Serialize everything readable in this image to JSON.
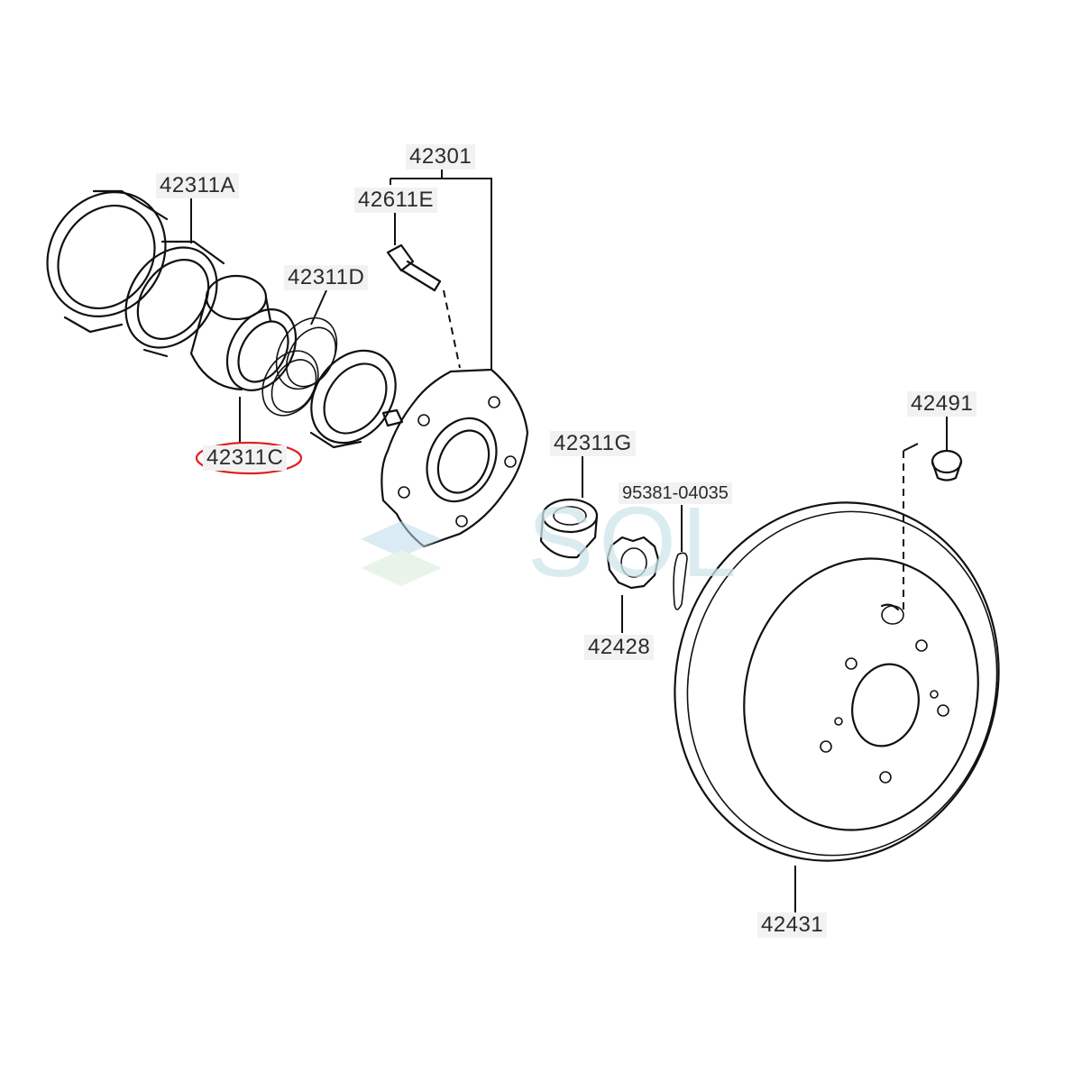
{
  "labels": {
    "p42301": "42301",
    "p42311A": "42311A",
    "p42611E": "42611E",
    "p42311D": "42311D",
    "p42311C": "42311C",
    "p42311G": "42311G",
    "p95381": "95381-04035",
    "p42428": "42428",
    "p42491": "42491",
    "p42431": "42431"
  },
  "watermark": {
    "text": "SOL"
  },
  "colors": {
    "ink": "#111111",
    "label_bg": "#f2f2f2",
    "highlight": "#e02020",
    "watermark": "#cfe6ec"
  }
}
